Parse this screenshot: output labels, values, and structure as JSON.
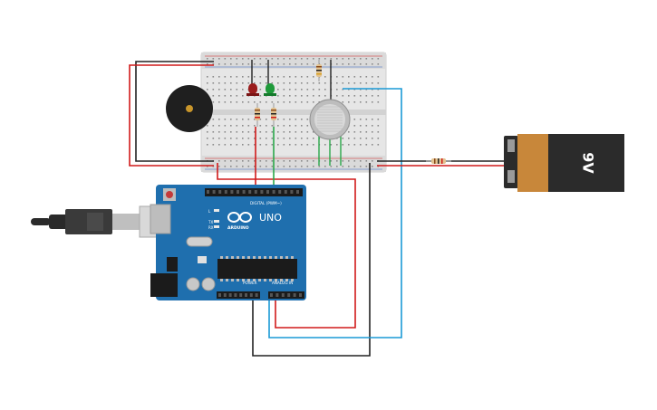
{
  "workspace": {
    "background": "#ffffff"
  },
  "arduino": {
    "brand": "ARDUINO",
    "model": "UNO",
    "digital_label": "DIGITAL (PWM~)",
    "power_label": "POWER",
    "analog_label": "ANALOG IN",
    "tx_label": "TX",
    "rx_label": "RX",
    "l_label": "L",
    "board_color": "#1f6fae"
  },
  "battery": {
    "label": "9V",
    "body_color": "#c8873a",
    "cap_color": "#2b2b2b"
  },
  "components": {
    "led_red_color": "#9b1d1d",
    "led_green_color": "#1f9a3a",
    "buzzer_color": "#222222",
    "gas_sensor_color": "#cfcfcf"
  },
  "wire_colors": {
    "red": "#d11a1a",
    "black": "#222222",
    "blue": "#1a9ad6",
    "green": "#2aa84a"
  }
}
